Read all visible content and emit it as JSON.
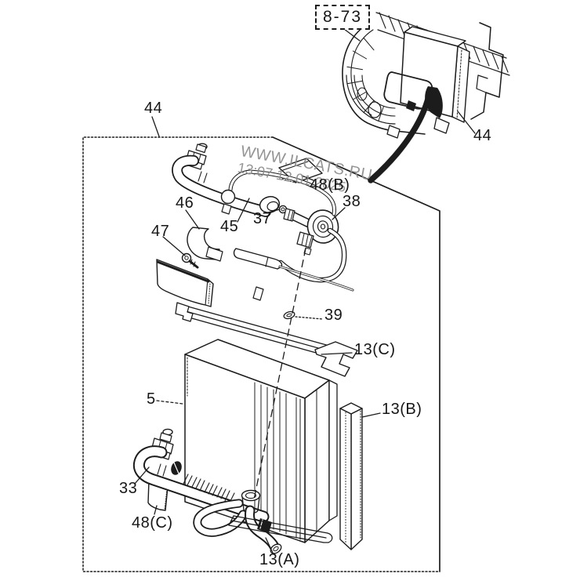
{
  "page": {
    "kind": "parts-catalog-exploded-diagram",
    "background": "#ffffff",
    "ink_color": "#1c1c1c",
    "watermark_color": "#8d8d8d"
  },
  "watermark": {
    "line1": "WWW.ILCATS.RU",
    "line2": "13:07 12.01.2025",
    "rotation_deg": 10.5
  },
  "diagram": {
    "assembly_reference": "8-73",
    "enclosure": "dotted boundary box around exploded evaporator parts",
    "callouts": [
      {
        "id": "ref-8-73",
        "label": "8-73",
        "boxed": true,
        "points_to": "hvac-unit-assembly"
      },
      {
        "id": "44-top",
        "label": "44",
        "boxed": false,
        "points_to": "exploded-parts-box"
      },
      {
        "id": "44-right",
        "label": "44",
        "boxed": false,
        "points_to": "hvac-unit-core"
      },
      {
        "id": "46",
        "label": "46",
        "boxed": false,
        "points_to": "saddle-clamp"
      },
      {
        "id": "47",
        "label": "47",
        "boxed": false,
        "points_to": "screw"
      },
      {
        "id": "45",
        "label": "45",
        "boxed": false,
        "points_to": "pipe"
      },
      {
        "id": "37",
        "label": "37",
        "boxed": false,
        "points_to": "o-ring"
      },
      {
        "id": "48-B",
        "label": "48(B)",
        "boxed": false,
        "points_to": "seal-pad-b"
      },
      {
        "id": "38",
        "label": "38",
        "boxed": false,
        "points_to": "flange-disc"
      },
      {
        "id": "39",
        "label": "39",
        "boxed": false,
        "points_to": "small-screw"
      },
      {
        "id": "13-C",
        "label": "13(C)",
        "boxed": false,
        "points_to": "top-seal-strip"
      },
      {
        "id": "5",
        "label": "5",
        "boxed": false,
        "points_to": "evaporator-core"
      },
      {
        "id": "13-B",
        "label": "13(B)",
        "boxed": false,
        "points_to": "side-seal-bar"
      },
      {
        "id": "33",
        "label": "33",
        "boxed": false,
        "points_to": "drain-pipe"
      },
      {
        "id": "48-C",
        "label": "48(C)",
        "boxed": false,
        "points_to": "seal-pad-c"
      },
      {
        "id": "13-A",
        "label": "13(A)",
        "boxed": false,
        "points_to": "bottom-seal-strip"
      }
    ]
  }
}
